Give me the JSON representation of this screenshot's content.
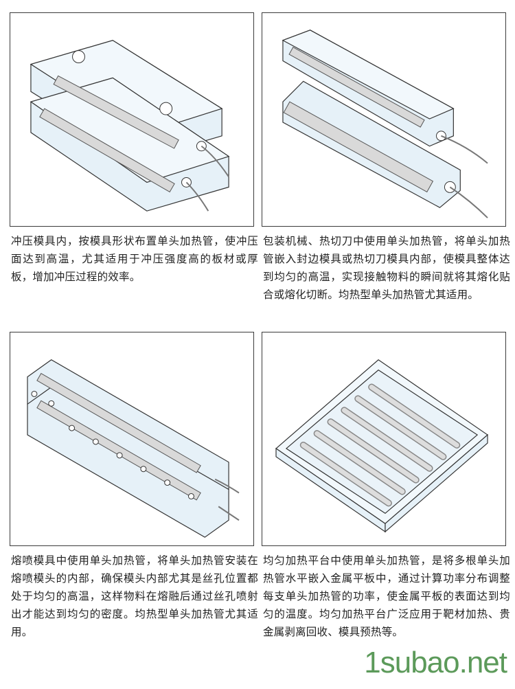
{
  "panels": [
    {
      "name": "stamping-die",
      "description": "冲压模具内，按模具形状布置单头加热管，使冲压面达到高温，尤其适用于冲压强度高的板材或厚板，增加冲压过程的效率。"
    },
    {
      "name": "packaging-machine",
      "description": "包装机械、热切刀中使用单头加热管，将单头加热管嵌入封边模具或热切刀模具内部，使模具整体达到均匀的高温，实现接触物料的瞬间就将其熔化贴合或熔化切断。均热型单头加热管尤其适用。"
    },
    {
      "name": "meltblown-die",
      "description": "熔喷模具中使用单头加热管，将单头加热管安装在熔喷模头的内部，确保模头内部尤其是丝孔位置都处于均匀的高温，这样物料在熔融后通过丝孔喷射出才能达到均匀的密度。均热型单头加热管尤其适用。"
    },
    {
      "name": "heating-platform",
      "description": "均匀加热平台中使用单头加热管，是将多根单头加热管水平嵌入金属平板中，通过计算功率分布调整每支单头加热管的功率，使金属平板的表面达到均匀的温度。均匀加热平台广泛应用于靶材加热、贵金属剥离回收、模具预热等。"
    }
  ],
  "watermark": "1subao.net",
  "colors": {
    "metal": "#e6f1f8",
    "tube": "#d9d9d9",
    "watermark": "#5c9a5a"
  }
}
